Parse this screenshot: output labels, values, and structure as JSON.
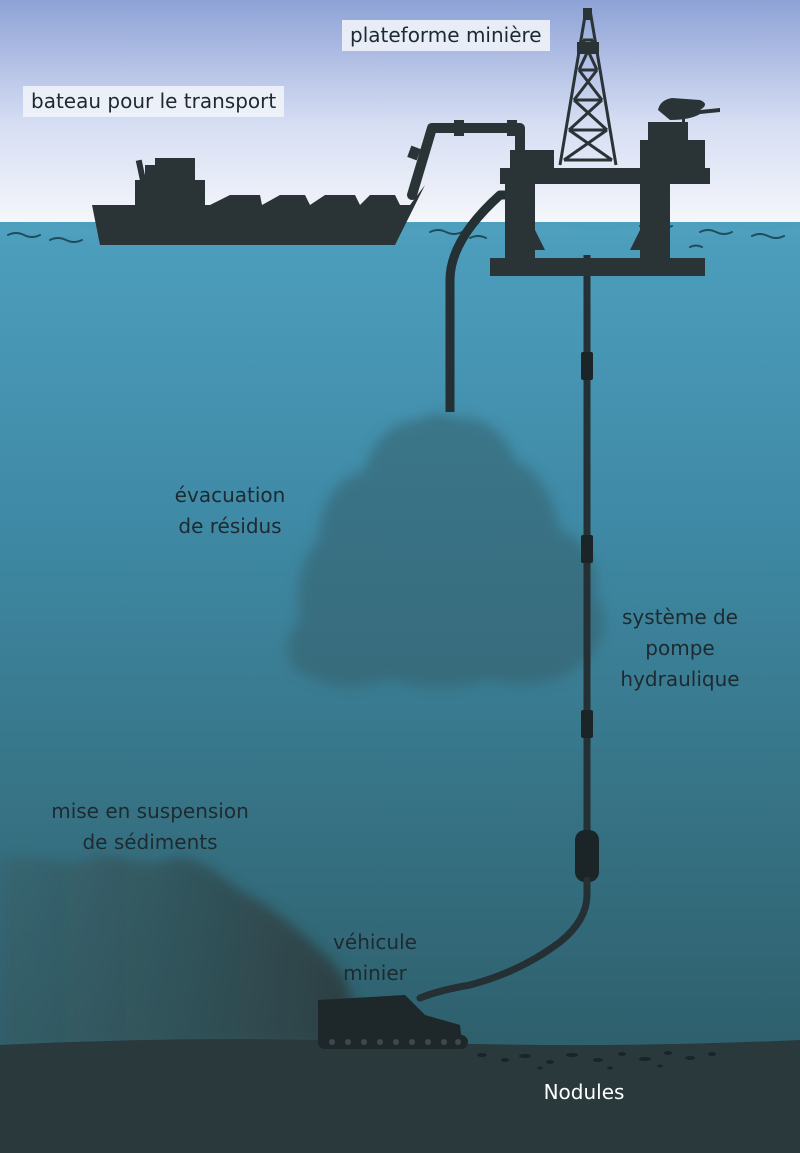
{
  "labels": {
    "platform": "plateforme minière",
    "ship": "bateau  pour le transport",
    "waste_line1": "évacuation",
    "waste_line2": "de résidus",
    "pump_line1": "système de",
    "pump_line2": "pompe",
    "pump_line3": "hydraulique",
    "sediment_line1": "mise en suspension",
    "sediment_line2": "de sédiments",
    "vehicle_line1": "véhicule",
    "vehicle_line2": "minier",
    "nodules": "Nodules"
  },
  "colors": {
    "sky_top": "#8fa3d8",
    "sky_bottom": "#f4f6fb",
    "water_surface": "#4f9fbd",
    "water_deep": "#2f6575",
    "seabed": "#2a3a3f",
    "silhouette": "#2a3437",
    "plume": "#355f6a",
    "nodules_text": "#ffffff"
  }
}
